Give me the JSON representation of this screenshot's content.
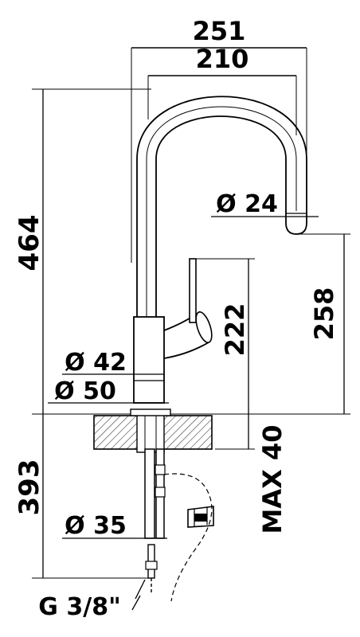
{
  "dimensions": {
    "overall_width": "251",
    "spout_reach": "210",
    "overall_height": "464",
    "handle_height": "222",
    "spout_height": "258",
    "below_counter": "393",
    "mount_thickness": "MAX 40",
    "spout_diameter": "Ø 24",
    "body_diameter": "Ø 42",
    "base_diameter": "Ø 50",
    "hole_diameter": "Ø 35",
    "connection_thread": "G 3/8\""
  }
}
